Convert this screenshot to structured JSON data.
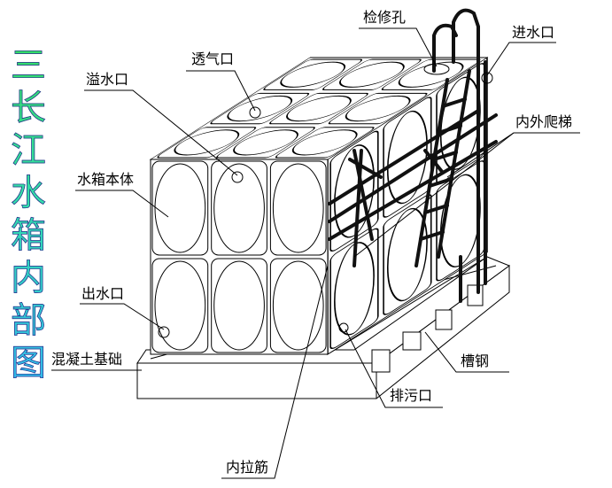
{
  "title": {
    "text": "三长江水箱内部图",
    "chars": [
      "三",
      "长",
      "江",
      "水",
      "箱",
      "内",
      "部",
      "图"
    ],
    "colors": {
      "back": "#2a2a8c",
      "front": [
        "#33dd66",
        "#33dd66",
        "#33dd66",
        "#33ddaa",
        "#33cccc",
        "#33bbdd",
        "#33bbee",
        "#33bbee"
      ]
    }
  },
  "labels": {
    "inspection_hole": "检修孔",
    "inlet": "进水口",
    "vent": "透气口",
    "overflow": "溢水口",
    "ladder": "内外爬梯",
    "tank_body": "水箱本体",
    "outlet": "出水口",
    "foundation": "混凝土基础",
    "channel_steel": "槽钢",
    "drain": "排污口",
    "tie_rod": "内拉筋"
  }
}
